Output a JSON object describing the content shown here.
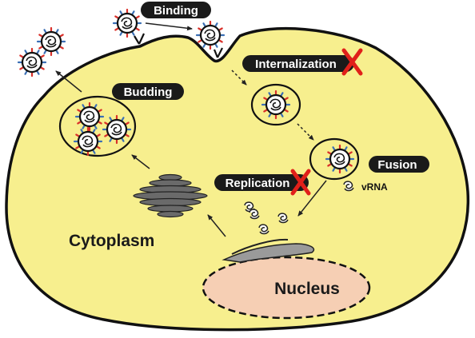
{
  "labels": {
    "binding": "Binding",
    "internalization": "Internalization",
    "budding": "Budding",
    "fusion": "Fusion",
    "replication": "Replication",
    "vrna": "vRNA",
    "cytoplasm": "Cytoplasm",
    "nucleus": "Nucleus"
  },
  "blocked_steps": [
    "Internalization",
    "Replication"
  ],
  "colors": {
    "cell_fill": "#f7ef8e",
    "nucleus_fill": "#f6cfb4",
    "pill_fill": "#1a1a1a",
    "block_x": "#e0201a",
    "spike_red": "#d9312b",
    "spike_blue": "#3b6fb5"
  }
}
